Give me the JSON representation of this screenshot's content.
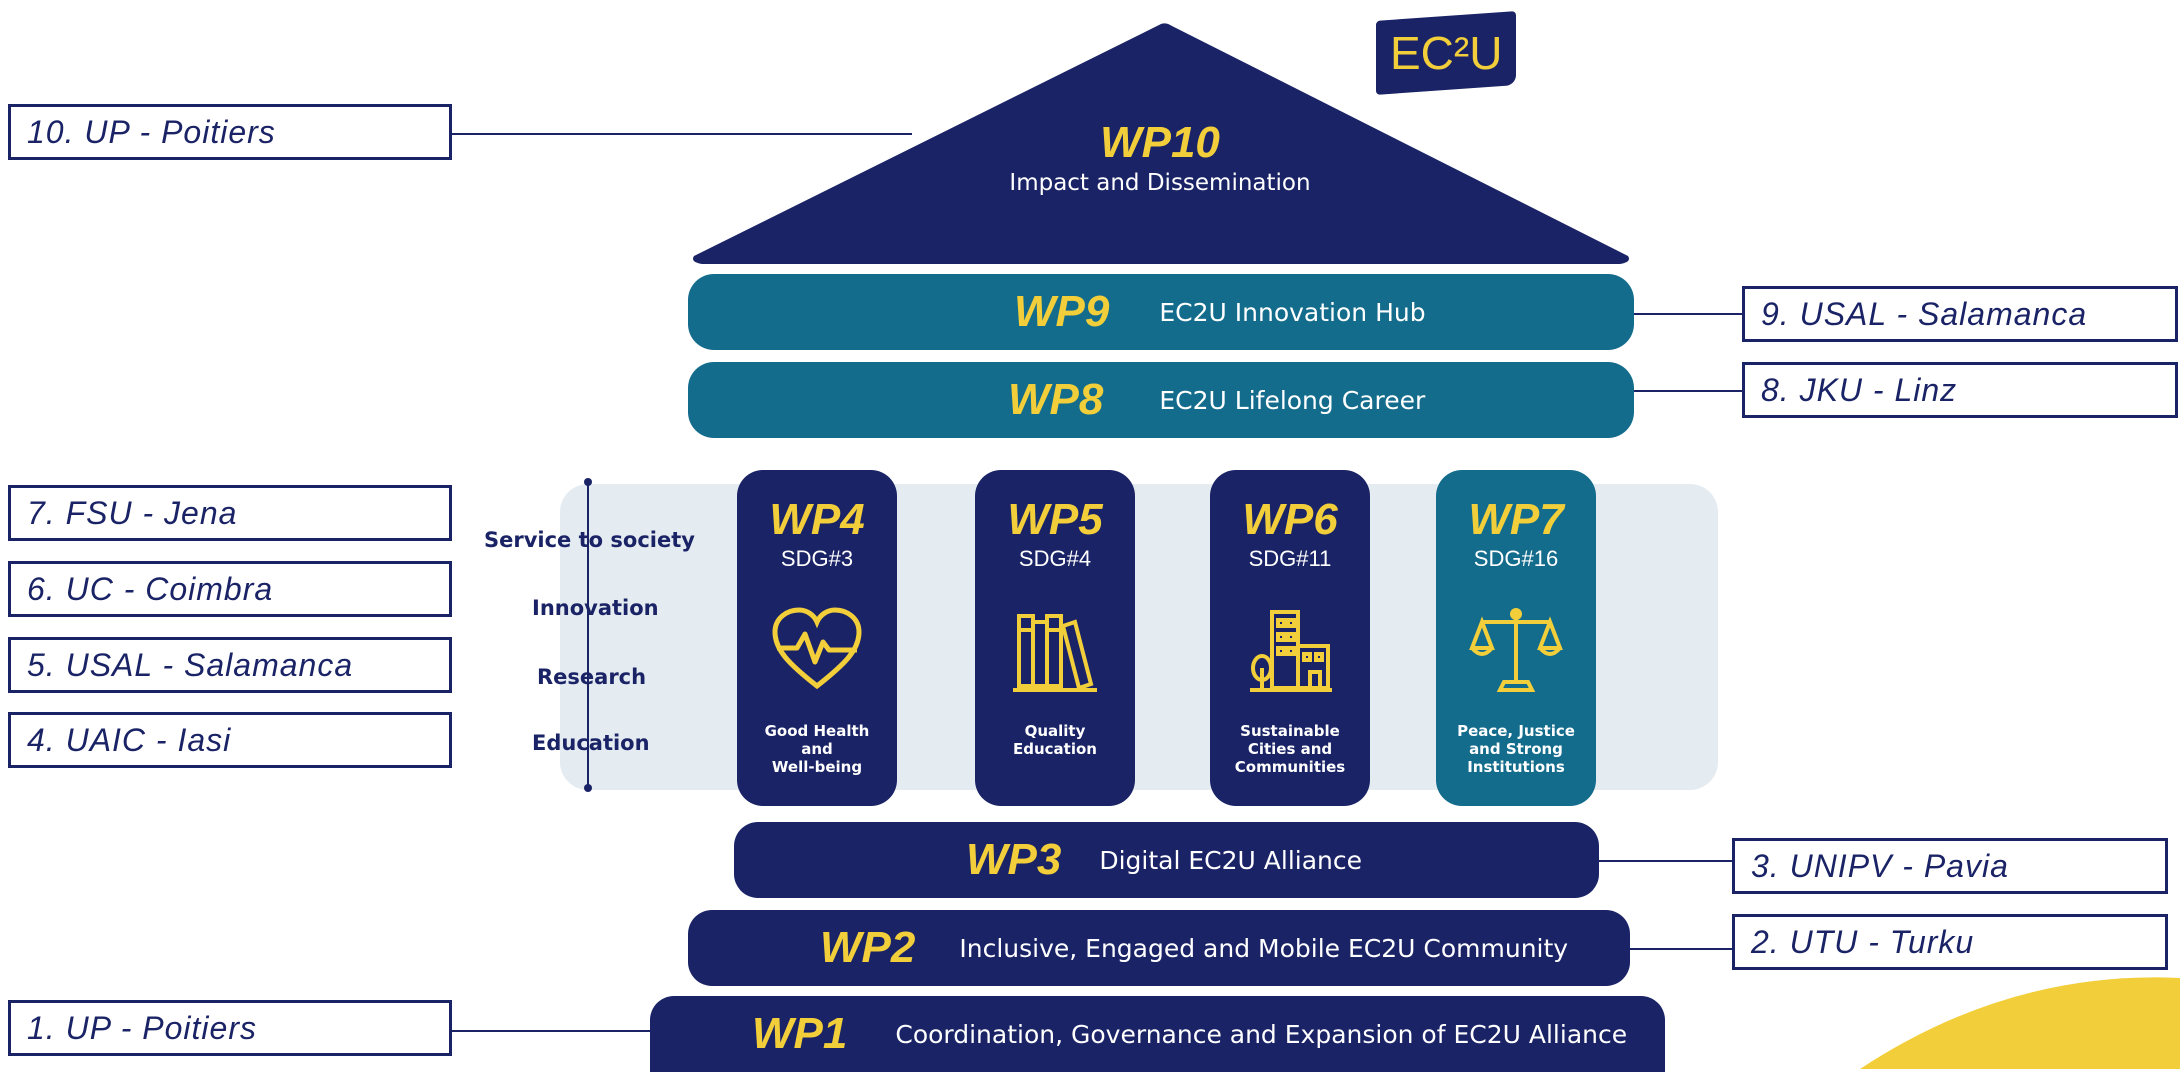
{
  "logo": "EC²U",
  "roof": {
    "wp": "WP10",
    "title": "Impact and Dissemination"
  },
  "bands": {
    "wp9": {
      "wp": "WP9",
      "text": "EC2U Innovation Hub"
    },
    "wp8": {
      "wp": "WP8",
      "text": "EC2U Lifelong Career"
    },
    "wp3": {
      "wp": "WP3",
      "text": "Digital EC2U Alliance"
    },
    "wp2": {
      "wp": "WP2",
      "text": "Inclusive, Engaged and Mobile EC2U Community"
    },
    "wp1": {
      "wp": "WP1",
      "text": "Coordination, Governance and Expansion of EC2U Alliance"
    }
  },
  "pillars": [
    {
      "wp": "WP4",
      "sdg": "SDG#3",
      "goal_lines": [
        "Good Health",
        "and",
        "Well-being"
      ],
      "icon": "heart-pulse-icon"
    },
    {
      "wp": "WP5",
      "sdg": "SDG#4",
      "goal_lines": [
        "Quality",
        "Education"
      ],
      "icon": "books-icon"
    },
    {
      "wp": "WP6",
      "sdg": "SDG#11",
      "goal_lines": [
        "Sustainable",
        "Cities and",
        "Communities"
      ],
      "icon": "city-buildings-icon"
    },
    {
      "wp": "WP7",
      "sdg": "SDG#16",
      "goal_lines": [
        "Peace, Justice",
        "and Strong",
        "Institutions"
      ],
      "icon": "scales-icon"
    }
  ],
  "dimensions": [
    "Service to society",
    "Innovation",
    "Research",
    "Education"
  ],
  "leaders_left": {
    "wp10": "10. UP - Poitiers",
    "wp7": "7. FSU - Jena",
    "wp6": "6. UC - Coimbra",
    "wp5": "5. USAL - Salamanca",
    "wp4": "4. UAIC - Iasi",
    "wp1": "1. UP - Poitiers"
  },
  "leaders_right": {
    "wp9": "9. USAL - Salamanca",
    "wp8": "8. JKU - Linz",
    "wp3": "3. UNIPV - Pavia",
    "wp2": "2. UTU - Turku"
  },
  "colors": {
    "navy": "#1a2366",
    "teal": "#136c8c",
    "yellow": "#f2cf3a",
    "band_bg": "#e4ebf1"
  }
}
